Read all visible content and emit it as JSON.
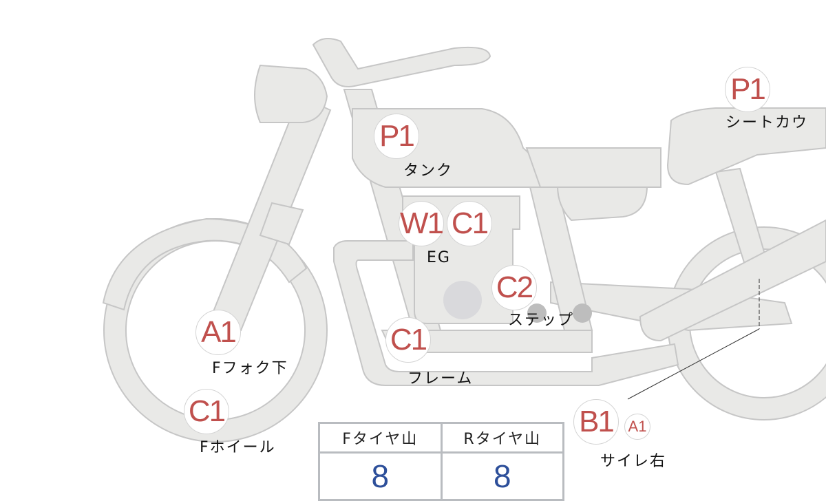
{
  "colors": {
    "marker_text": "#c0504d",
    "value_text": "#2d4f9a",
    "body_fill": "#e9e9e7",
    "body_stroke": "#c6c6c6"
  },
  "markers": {
    "tank": {
      "code": "P1",
      "label": "タンク"
    },
    "seat": {
      "code": "P1",
      "label": "シートカウ"
    },
    "engine": {
      "codes": [
        "W1",
        "C1"
      ],
      "label": "EG"
    },
    "step": {
      "code": "C2",
      "label": "ステップ"
    },
    "frame": {
      "code": "C1",
      "label": "フレーム"
    },
    "fork": {
      "code": "A1",
      "label": "Fフォク下"
    },
    "wheel": {
      "code": "C1",
      "label": "Fホイール"
    },
    "muffler": {
      "codes": [
        "B1",
        "A1"
      ],
      "label": "サイレ右"
    }
  },
  "tire_table": {
    "headers": [
      "Fタイヤ山",
      "Rタイヤ山"
    ],
    "values": [
      "8",
      "8"
    ]
  }
}
